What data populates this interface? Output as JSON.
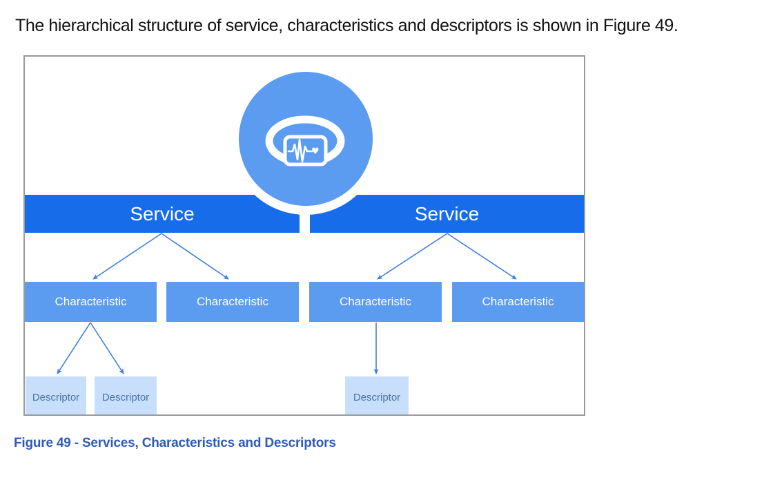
{
  "page": {
    "intro_text": "The hierarchical structure of service, characteristics and descriptors is shown in Figure 49.",
    "caption": "Figure 49 - Services, Characteristics and Descriptors"
  },
  "diagram": {
    "icons": {
      "device": "fitness-tracker-wristband-with-heart-rate-icon",
      "heart_glyph": "♥"
    },
    "services": [
      {
        "label": "Service",
        "characteristics": [
          {
            "label": "Characteristic",
            "descriptors": [
              {
                "label": "Descriptor"
              },
              {
                "label": "Descriptor"
              }
            ]
          },
          {
            "label": "Characteristic",
            "descriptors": []
          }
        ]
      },
      {
        "label": "Service",
        "characteristics": [
          {
            "label": "Characteristic",
            "descriptors": [
              {
                "label": "Descriptor"
              }
            ]
          },
          {
            "label": "Characteristic",
            "descriptors": []
          }
        ]
      }
    ],
    "colors": {
      "service_bar": "#176de9",
      "characteristic_box": "#5b9bf0",
      "descriptor_box": "#c8dffb",
      "descriptor_text": "#4a70a8",
      "circle": "#5b9bf0",
      "arrow": "#3b7ee6",
      "caption_text": "#2e5bb7",
      "border": "#9b9b9b"
    }
  }
}
